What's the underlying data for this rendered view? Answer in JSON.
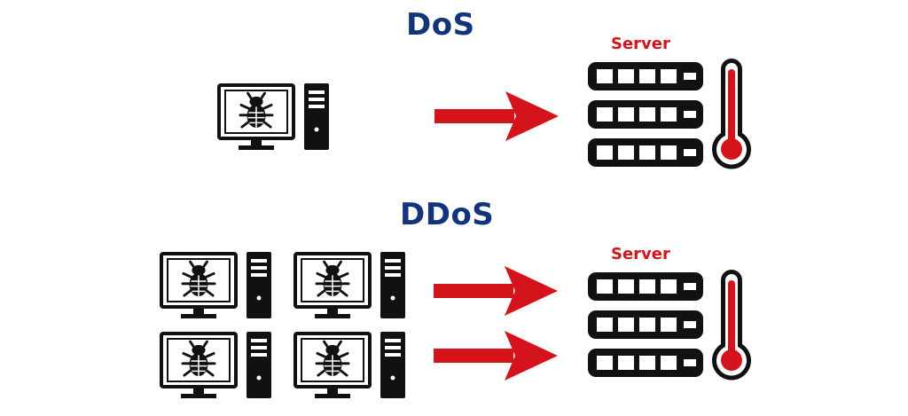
{
  "dos": {
    "title": "DoS",
    "server_label": "Server",
    "attackers": 1
  },
  "ddos": {
    "title": "DDoS",
    "server_label": "Server",
    "attackers": 4
  },
  "colors": {
    "title": "#13347a",
    "arrow": "#d4141a",
    "server_label": "#d4141a",
    "icon": "#111111"
  },
  "icons": [
    "infected-computer-icon",
    "server-rack-icon",
    "thermometer-icon",
    "attack-arrow-icon"
  ]
}
